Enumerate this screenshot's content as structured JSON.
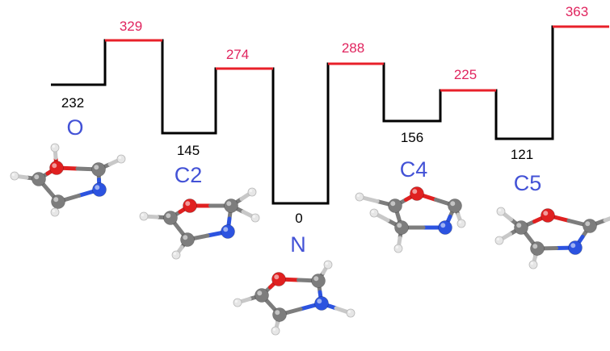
{
  "colors": {
    "connector": "#000000",
    "transition_level": "#e8202a",
    "minimum_value": "#000000",
    "transition_value": "#e0245e",
    "site_label": "#4352d6",
    "carbon": "#7d7d7d",
    "oxygen": "#e02020",
    "nitrogen": "#2c53e0",
    "hydrogen": "#e6e6e6"
  },
  "levels": [
    {
      "kind": "minimum",
      "value": "232",
      "site": "O"
    },
    {
      "kind": "transition",
      "value": "329"
    },
    {
      "kind": "minimum",
      "value": "145",
      "site": "C2"
    },
    {
      "kind": "transition",
      "value": "274"
    },
    {
      "kind": "minimum",
      "value": "0",
      "site": "N"
    },
    {
      "kind": "transition",
      "value": "288"
    },
    {
      "kind": "minimum",
      "value": "156",
      "site": "C4"
    },
    {
      "kind": "transition",
      "value": "225"
    },
    {
      "kind": "minimum",
      "value": "121",
      "site": "C5"
    },
    {
      "kind": "transition",
      "value": "363"
    }
  ]
}
